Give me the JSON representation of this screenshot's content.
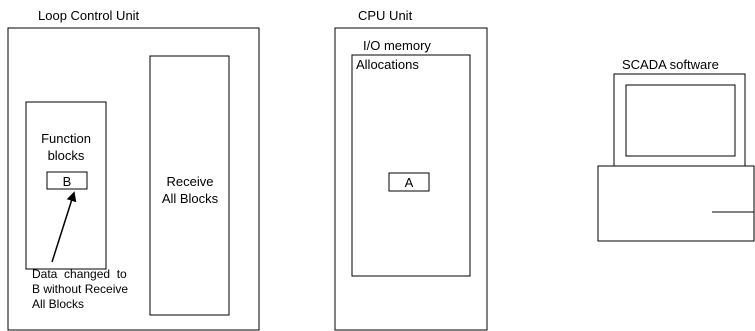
{
  "loop_control_unit": {
    "title": "Loop Control Unit",
    "function_blocks": {
      "line1": "Function",
      "line2": "blocks",
      "value": "B"
    },
    "receive_all_blocks": {
      "line1": "Receive",
      "line2": "All Blocks"
    },
    "note": {
      "line1": "Data  changed  to",
      "line2": "B without Receive",
      "line3": "All Blocks"
    }
  },
  "cpu_unit": {
    "title": "CPU Unit",
    "io_memory": "I/O memory",
    "allocations": "Allocations",
    "value": "A"
  },
  "scada": {
    "title": "SCADA software"
  }
}
